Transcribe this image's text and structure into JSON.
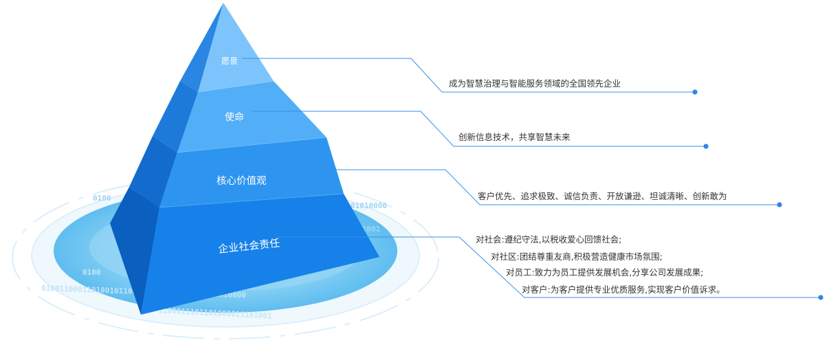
{
  "levels": [
    {
      "label": "愿景",
      "description": [
        "成为智慧治理与智能服务领域的全国领先企业"
      ]
    },
    {
      "label": "使命",
      "description": [
        "创新信息技术，共享智慧未来"
      ]
    },
    {
      "label": "核心价值观",
      "description": [
        "客户优先、追求极致、诚信负责、开放谦逊、坦诚清晰、创新敢为"
      ]
    },
    {
      "label": "企业社会责任",
      "description": [
        "对社会:遵纪守法,以税收爱心回馈社会;",
        "对社区:团结尊重友商,积极营造健康市场氛围;",
        "对员工:致力为员工提供发展机会,分享公司发展成果;",
        "对客户:为客户提供专业优质服务,实现客户价值诉求。"
      ]
    }
  ],
  "decor": {
    "binary": [
      "0100",
      "01010000",
      "01001",
      "0100",
      "010011000110100101100110110110011101101010000",
      "1100011101101000011101001"
    ]
  },
  "colors": {
    "line": "#3a8ee6",
    "dot": "#2f86e6",
    "disc_outer": "#e3f3fc",
    "disc_inner": "#6cc5f0"
  }
}
